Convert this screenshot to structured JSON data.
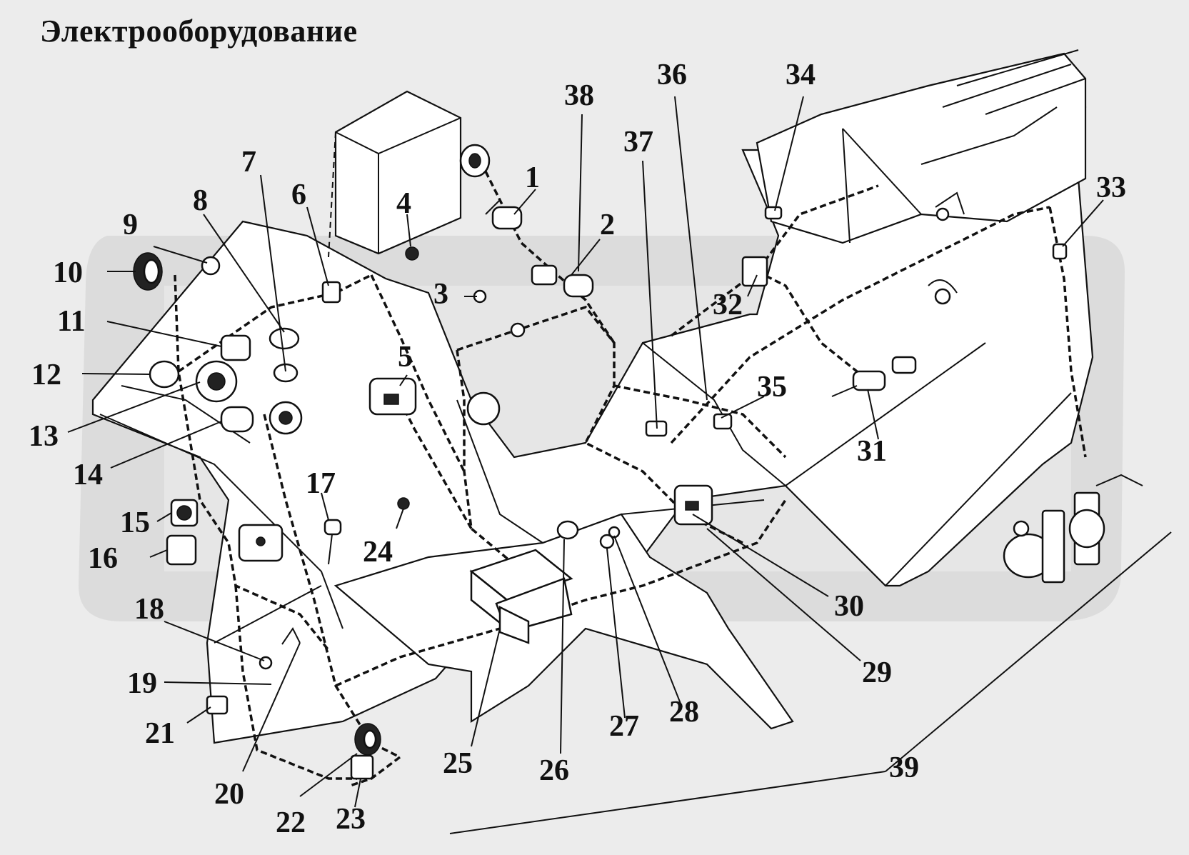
{
  "title": "Электрооборудование",
  "callouts": [
    {
      "id": "c1",
      "label": "1"
    },
    {
      "id": "c2",
      "label": "2"
    },
    {
      "id": "c3",
      "label": "3"
    },
    {
      "id": "c4",
      "label": "4"
    },
    {
      "id": "c5",
      "label": "5"
    },
    {
      "id": "c6",
      "label": "6"
    },
    {
      "id": "c7",
      "label": "7"
    },
    {
      "id": "c8",
      "label": "8"
    },
    {
      "id": "c9",
      "label": "9"
    },
    {
      "id": "c10",
      "label": "10"
    },
    {
      "id": "c11",
      "label": "11"
    },
    {
      "id": "c12",
      "label": "12"
    },
    {
      "id": "c13",
      "label": "13"
    },
    {
      "id": "c14",
      "label": "14"
    },
    {
      "id": "c15",
      "label": "15"
    },
    {
      "id": "c16",
      "label": "16"
    },
    {
      "id": "c17",
      "label": "17"
    },
    {
      "id": "c18",
      "label": "18"
    },
    {
      "id": "c19",
      "label": "19"
    },
    {
      "id": "c20",
      "label": "20"
    },
    {
      "id": "c21",
      "label": "21"
    },
    {
      "id": "c22",
      "label": "22"
    },
    {
      "id": "c23",
      "label": "23"
    },
    {
      "id": "c24",
      "label": "24"
    },
    {
      "id": "c25",
      "label": "25"
    },
    {
      "id": "c26",
      "label": "26"
    },
    {
      "id": "c27",
      "label": "27"
    },
    {
      "id": "c28",
      "label": "28"
    },
    {
      "id": "c29",
      "label": "29"
    },
    {
      "id": "c30",
      "label": "30"
    },
    {
      "id": "c31",
      "label": "31"
    },
    {
      "id": "c32",
      "label": "32"
    },
    {
      "id": "c33",
      "label": "33"
    },
    {
      "id": "c34",
      "label": "34"
    },
    {
      "id": "c35",
      "label": "35"
    },
    {
      "id": "c36",
      "label": "36"
    },
    {
      "id": "c37",
      "label": "37"
    },
    {
      "id": "c38",
      "label": "38"
    },
    {
      "id": "c39",
      "label": "39"
    }
  ],
  "colors": {
    "ink": "#111111",
    "background": "#ececec",
    "watermark": "#d0d0d0"
  }
}
